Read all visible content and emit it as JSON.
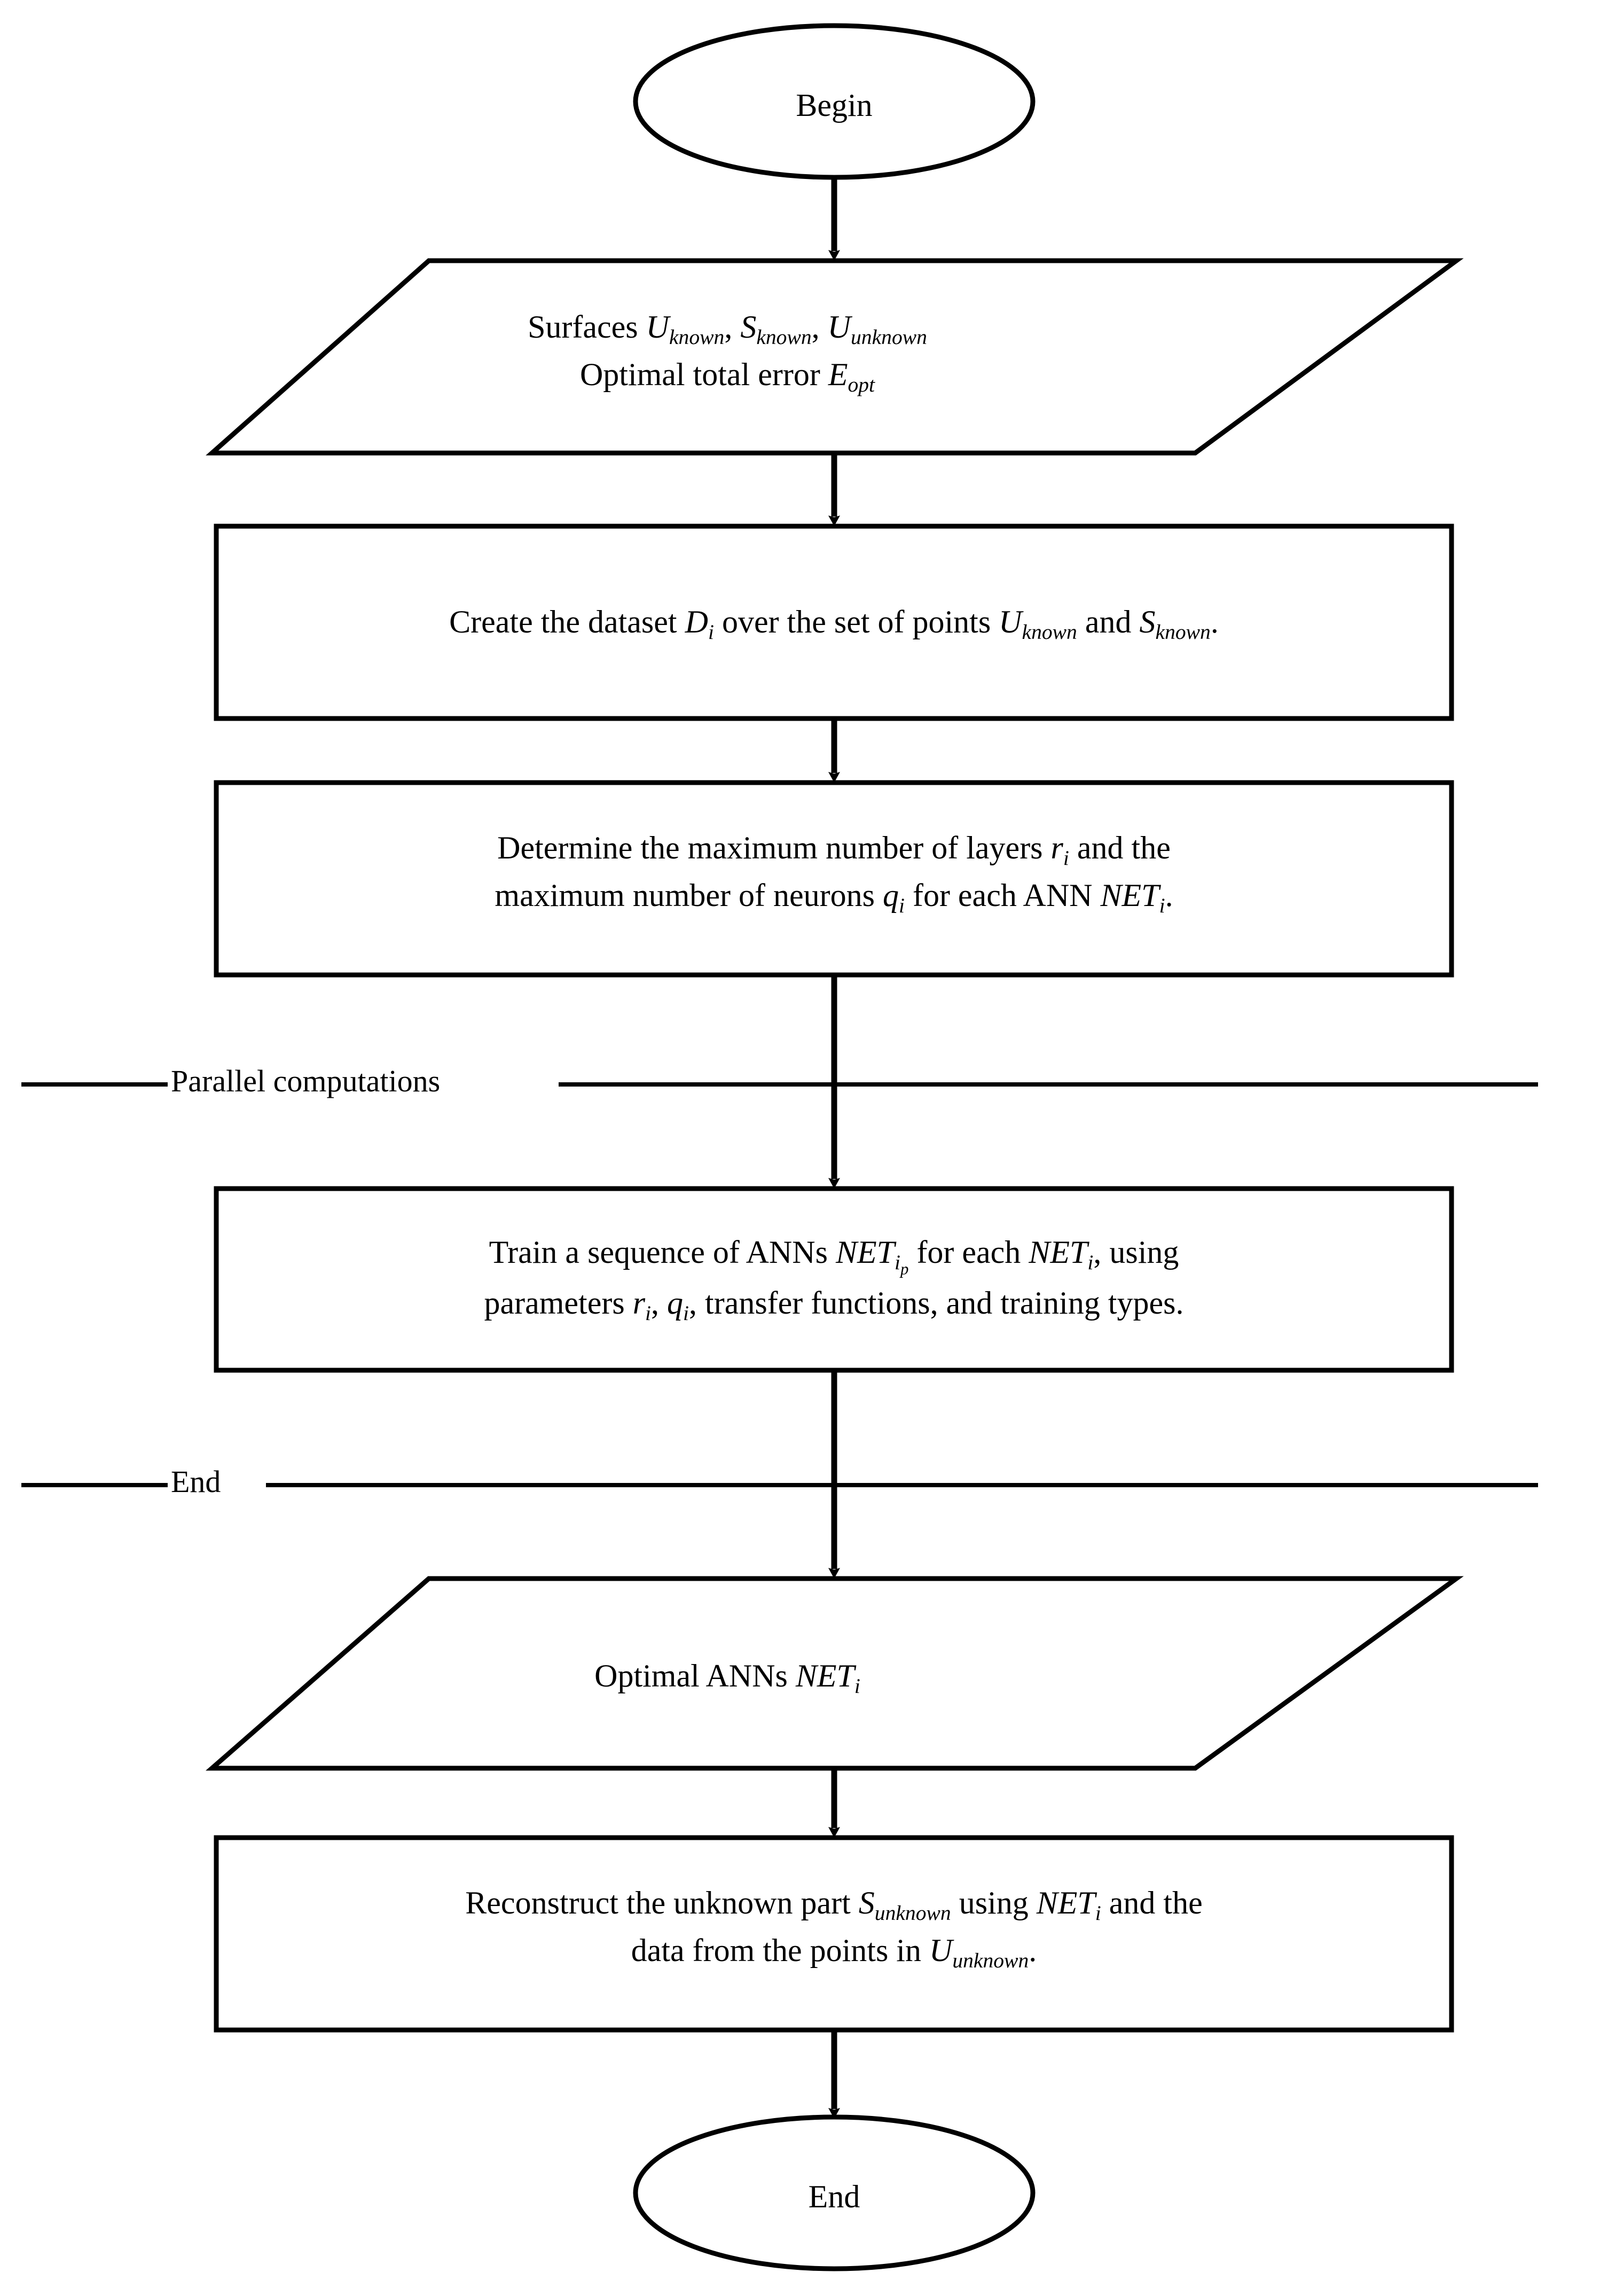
{
  "diagram": {
    "title": "ANN surface reconstruction flowchart",
    "stroke_color": "#000000",
    "fill_color": "#ffffff",
    "background": "#ffffff"
  },
  "nodes": {
    "begin": {
      "shape": "ellipse",
      "label": "Begin"
    },
    "input_surfaces": {
      "shape": "parallelogram",
      "line1_prefix": "Surfaces ",
      "line1_v1": "U",
      "line1_v1_sub": "known",
      "line1_sep1": ", ",
      "line1_v2": "S",
      "line1_v2_sub": "known",
      "line1_sep2": ", ",
      "line1_v3": "U",
      "line1_v3_sub": "unknown",
      "line2_prefix": "Optimal total error ",
      "line2_v1": "E",
      "line2_v1_sub": "opt"
    },
    "create_dataset": {
      "shape": "process",
      "p1": "Create the dataset ",
      "v1": "D",
      "v1_sub": "i",
      "p2": " over the set of points ",
      "v2": "U",
      "v2_sub": "known",
      "p3": " and ",
      "v3": "S",
      "v3_sub": "known",
      "p4": "."
    },
    "determine_limits": {
      "shape": "process",
      "l1_p1": "Determine the maximum number of layers ",
      "l1_v1": "r",
      "l1_v1_sub": "i",
      "l1_p2": " and the",
      "l2_p1": "maximum number of neurons ",
      "l2_v1": "q",
      "l2_v1_sub": "i",
      "l2_p2": " for each ANN ",
      "l2_v2": "NET",
      "l2_v2_sub": "i",
      "l2_p3": "."
    },
    "train_anns": {
      "shape": "process",
      "l1_p1": "Train a sequence of ANNs ",
      "l1_v1": "NET",
      "l1_v1_sub": "i",
      "l1_v1_subsub": "p",
      "l1_p2": " for each ",
      "l1_v2": "NET",
      "l1_v2_sub": "i",
      "l1_p3": ", using",
      "l2_p1": "parameters ",
      "l2_v1": "r",
      "l2_v1_sub": "i",
      "l2_p2": ", ",
      "l2_v2": "q",
      "l2_v2_sub": "i",
      "l2_p3": ", transfer functions, and training types."
    },
    "optimal_anns": {
      "shape": "parallelogram",
      "prefix": "Optimal ANNs ",
      "v1": "NET",
      "v1_sub": "i"
    },
    "reconstruct": {
      "shape": "process",
      "l1_p1": "Reconstruct the unknown part ",
      "l1_v1": "S",
      "l1_v1_sub": "unknown",
      "l1_p2": " using ",
      "l1_v2": "NET",
      "l1_v2_sub": "i",
      "l1_p3": " and the",
      "l2_p1": "data from the points in ",
      "l2_v1": "U",
      "l2_v1_sub": "unknown",
      "l2_p2": "."
    },
    "end": {
      "shape": "ellipse",
      "label": "End"
    }
  },
  "lanes": {
    "parallel_start_label": "Parallel computations",
    "parallel_end_label": "End"
  },
  "connectors": [
    {
      "from": "begin",
      "to": "input_surfaces",
      "arrow": "down"
    },
    {
      "from": "input_surfaces",
      "to": "create_dataset",
      "arrow": "down"
    },
    {
      "from": "create_dataset",
      "to": "determine_limits",
      "arrow": "down"
    },
    {
      "from": "determine_limits",
      "to": "train_anns",
      "arrow": "down"
    },
    {
      "from": "train_anns",
      "to": "optimal_anns",
      "arrow": "down"
    },
    {
      "from": "optimal_anns",
      "to": "reconstruct",
      "arrow": "down"
    },
    {
      "from": "reconstruct",
      "to": "end",
      "arrow": "down"
    }
  ]
}
